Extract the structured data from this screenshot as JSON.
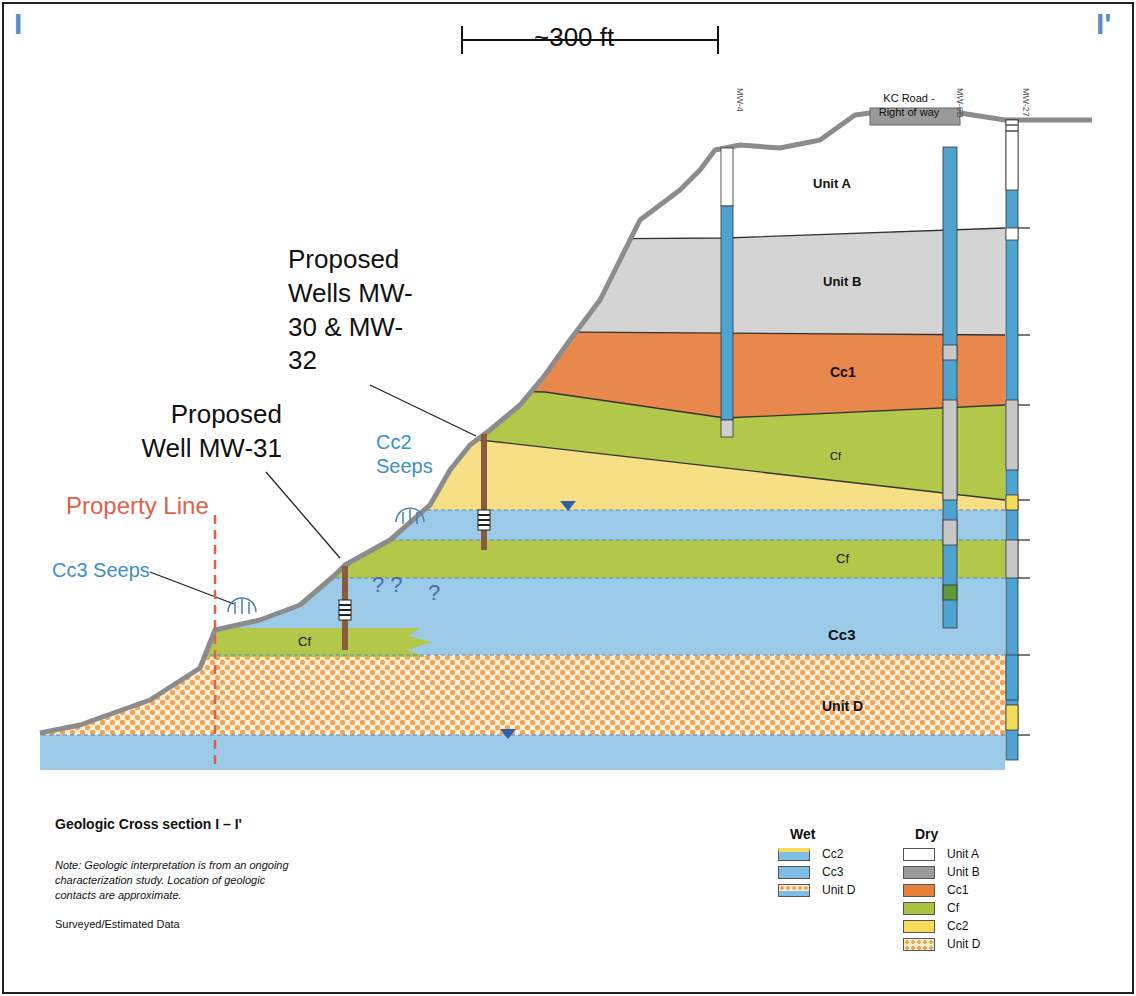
{
  "diagram": {
    "title": "Geologic Cross section I – I'",
    "labels": [
      "I",
      "I'",
      "~300 ft",
      "MW-4",
      "KC Road - Right of way",
      "MW-6B",
      "MW-27",
      "Unit A",
      "Unit B",
      "Proposed Wells MW-30 & MW-32",
      "Cc1",
      "Proposed Well MW-31",
      "Cf",
      "Cc2 Seeps",
      "Property Line",
      "Cc3 Seeps",
      "? ?",
      "?",
      "Cf",
      "Cf",
      "Cc3",
      "Unit D",
      "Wet",
      "Dry",
      "Note: Geologic interpretation is from an ongoing characterization study. Location of geologic contacts are approximate.",
      "Surveyed/Estimated Data"
    ],
    "legend": [
      {
        "text": "Cc2",
        "color": "#7dbde6"
      },
      {
        "text": "Cc3",
        "color": "#7dbde6"
      },
      {
        "text": "Unit D"
      },
      {
        "text": "Unit A",
        "color": "#ffffff"
      },
      {
        "text": "Unit B",
        "color": "#9a9a9a"
      },
      {
        "text": "Cc1",
        "color": "#e8823a"
      },
      {
        "text": "Cf",
        "color": "#a9c23f"
      },
      {
        "text": "Cc2",
        "color": "#f5dc5a"
      },
      {
        "text": "Unit D"
      }
    ]
  }
}
